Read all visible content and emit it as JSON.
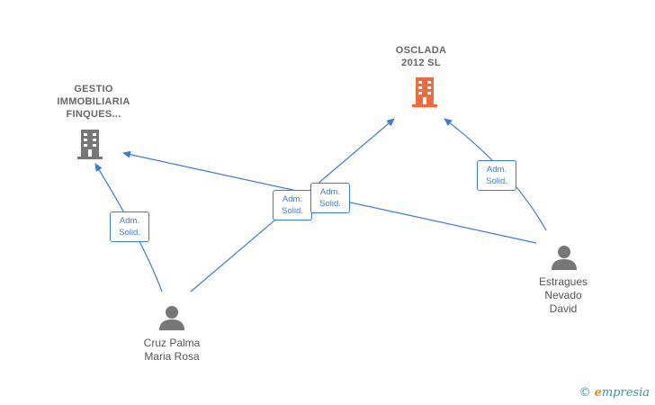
{
  "colors": {
    "edge": "#3b7dd8",
    "company_main": "#f26a3c",
    "company": "#777777",
    "person": "#777777"
  },
  "nodes": {
    "osclada": {
      "label": [
        "OSCLADA",
        "2012  SL"
      ],
      "icon": "building-icon"
    },
    "gestio": {
      "label": [
        "GESTIO",
        "IMMOBILIARIA",
        "FINQUES..."
      ],
      "icon": "building-icon"
    },
    "cruz": {
      "label": [
        "Cruz Palma",
        "Maria Rosa"
      ],
      "icon": "person-icon"
    },
    "estragues": {
      "label": [
        "Estragues",
        "Nevado",
        "David"
      ],
      "icon": "person-icon"
    }
  },
  "edges": [
    {
      "from": "cruz",
      "to": "gestio",
      "label": [
        "Adm.",
        "Solid."
      ]
    },
    {
      "from": "cruz",
      "to": "osclada",
      "label": [
        "Adm.",
        "Solid."
      ]
    },
    {
      "from": "estragues",
      "to": "gestio",
      "label": [
        "Adm.",
        "Solid."
      ]
    },
    {
      "from": "estragues",
      "to": "osclada",
      "label": [
        "Adm.",
        "Solid."
      ]
    }
  ],
  "footer": {
    "copyright": "©",
    "brand_first": "e",
    "brand_rest": "mpresia"
  }
}
